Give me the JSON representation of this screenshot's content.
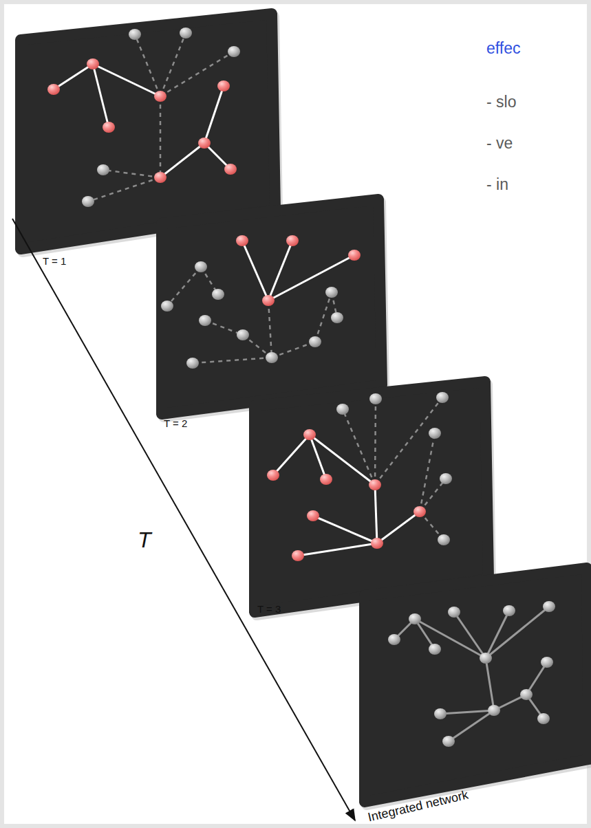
{
  "diagram": {
    "labels": [
      "effec",
      "- slo",
      "- ve",
      "- in",
      "T = 1",
      "T = 2",
      "T = 3",
      "T",
      "Integrated network"
    ]
  }
}
